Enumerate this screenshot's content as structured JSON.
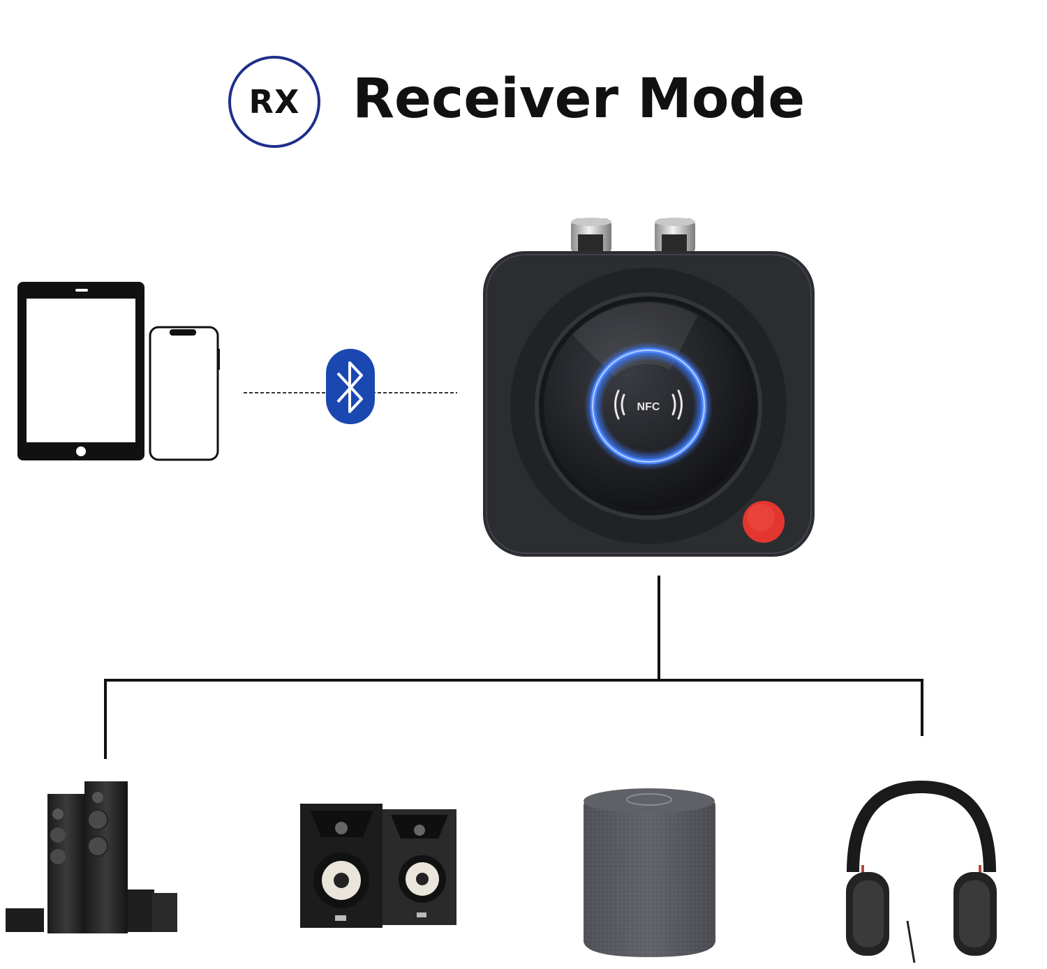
{
  "header": {
    "mode_badge": "RX",
    "title": "Receiver Mode"
  },
  "device": {
    "nfc_label": "NFC",
    "colors": {
      "body": "#2b2d31",
      "ring_glow": "#3d7bff",
      "button": "#e2362f"
    }
  },
  "sources": [
    {
      "icon": "tablet-icon"
    },
    {
      "icon": "smartphone-icon"
    }
  ],
  "connection": {
    "icon": "bluetooth-icon",
    "color": "#1a47b0"
  },
  "outputs": [
    {
      "icon": "home-theater-speakers-icon"
    },
    {
      "icon": "bookshelf-speakers-icon"
    },
    {
      "icon": "smart-speaker-icon"
    },
    {
      "icon": "headphones-icon"
    }
  ]
}
